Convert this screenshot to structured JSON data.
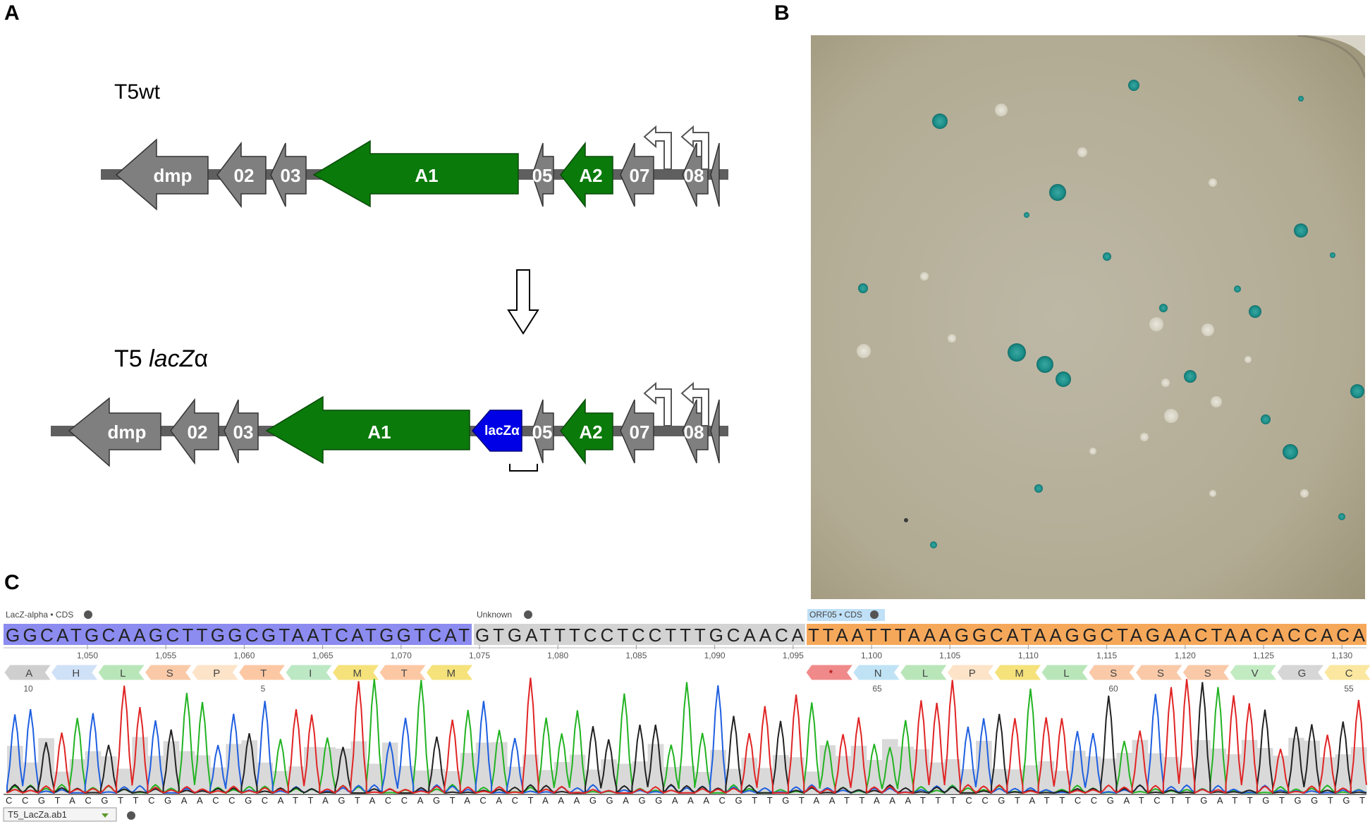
{
  "panels": {
    "a": "A",
    "b": "B",
    "c": "C"
  },
  "panel_a": {
    "wt_title": "T5wt",
    "mut_title_plain": "T5 ",
    "mut_title_italic": "lacZ",
    "mut_title_alpha": "α",
    "genes_wt": [
      "dmp",
      "02",
      "03",
      "A1",
      "05",
      "A2",
      "07",
      "08"
    ],
    "genes_mut": [
      "dmp",
      "02",
      "03",
      "A1",
      "lacZα",
      "05",
      "A2",
      "07",
      "08"
    ],
    "colors": {
      "gray": "#7f7f7f",
      "green": "#0a7a0a",
      "blue": "#0000e6",
      "backbone": "#5f5f5f"
    }
  },
  "panel_b": {
    "plate_colors": {
      "background": "#b8b29c",
      "blue_plaque": "#1c8f8a",
      "clear_plaque": "#e8e6dc"
    }
  },
  "panel_c": {
    "annotations": [
      {
        "label": "LacZ-alpha • CDS",
        "color": "#8b8bf0"
      },
      {
        "label": "Unknown",
        "color": "#d3d3d3"
      },
      {
        "label": "ORF05 • CDS",
        "color": "#f6a85a"
      }
    ],
    "sequence_top_1": "GGCATGCAAGCTTGGCGTAATCATGGTCAT",
    "sequence_top_2": "GTGATTTCCTCCTTTGCAACA",
    "sequence_top_3": "TTAATTTAAAGGCATAAGGCTAGAACTAACACCACA",
    "ruler": [
      "1,050",
      "1,055",
      "1,060",
      "1,065",
      "1,070",
      "1,075",
      "1,080",
      "1,085",
      "1,090",
      "1,095",
      "1,100",
      "1,105",
      "1,110",
      "1,115",
      "1,120",
      "1,125",
      "1,130"
    ],
    "aa_left": [
      "A",
      "H",
      "L",
      "S",
      "P",
      "T",
      "I",
      "M",
      "T",
      "M"
    ],
    "aa_left_numbers": [
      "10",
      "5"
    ],
    "aa_right": [
      "*",
      "N",
      "L",
      "P",
      "M",
      "L",
      "S",
      "S",
      "S",
      "V",
      "G",
      "C"
    ],
    "aa_right_numbers": [
      "65",
      "60",
      "55"
    ],
    "bottom_sequence": "CCGTACGTTCGAACCGCATTAGTACCAGTACACTAAAGGAGGAAACGTTGTAATTAAATTTCCGTATTCCGATCTTGATTGTGGTGT",
    "file_name": "T5_LacZa.ab1",
    "trace_colors": {
      "A": "#22b322",
      "C": "#1f5fe0",
      "G": "#222222",
      "T": "#e02424"
    }
  }
}
